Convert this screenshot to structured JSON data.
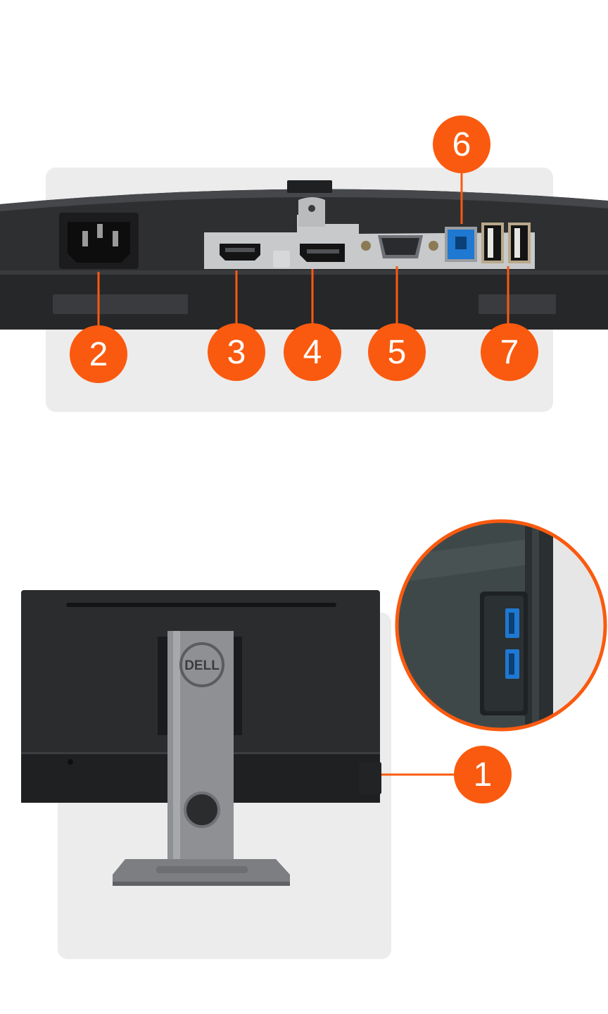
{
  "colors": {
    "accent": "#fa5a0f",
    "panel": "#ececec",
    "monitor_body": "#2b2c2e",
    "usb3_blue": "#1f78d1"
  },
  "callouts": [
    {
      "number": "1"
    },
    {
      "number": "2"
    },
    {
      "number": "3"
    },
    {
      "number": "4"
    },
    {
      "number": "5"
    },
    {
      "number": "6"
    },
    {
      "number": "7"
    }
  ],
  "logo": {
    "text": "DELL"
  }
}
